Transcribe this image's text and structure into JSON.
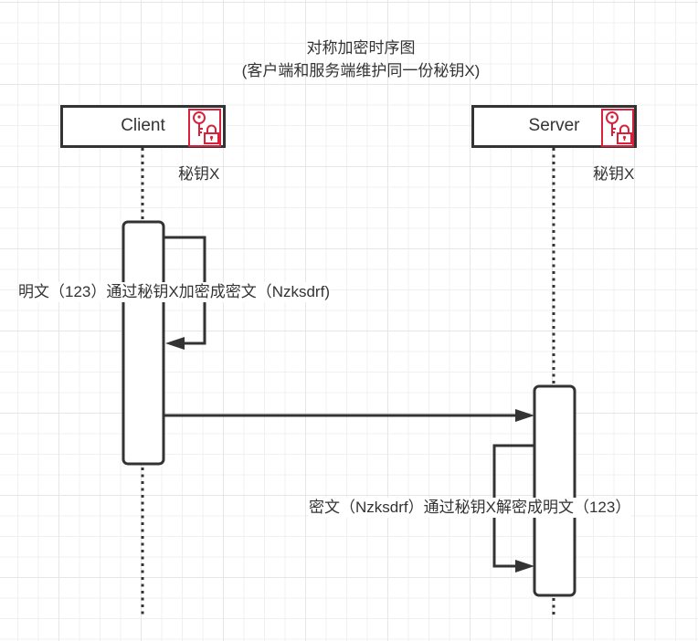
{
  "diagram": {
    "title_line1": "对称加密时序图",
    "title_line2": "(客户端和服务端维护同一份秘钥X)",
    "participants": [
      {
        "name": "Client",
        "icon": "key-lock-icon",
        "key_label": "秘钥X"
      },
      {
        "name": "Server",
        "icon": "key-lock-icon",
        "key_label": "秘钥X"
      }
    ],
    "messages": [
      {
        "from": "Client",
        "to": "Client",
        "type": "self",
        "label": "明文（123）通过秘钥X加密成密文（Nzksdrf)"
      },
      {
        "from": "Client",
        "to": "Server",
        "type": "sync",
        "label": ""
      },
      {
        "from": "Server",
        "to": "Server",
        "type": "self",
        "label": "密文（Nzksdrf）通过秘钥X解密成明文（123）"
      }
    ],
    "colors": {
      "line": "#333333",
      "icon": "#d9213b",
      "grid": "#e6e6e6"
    }
  }
}
